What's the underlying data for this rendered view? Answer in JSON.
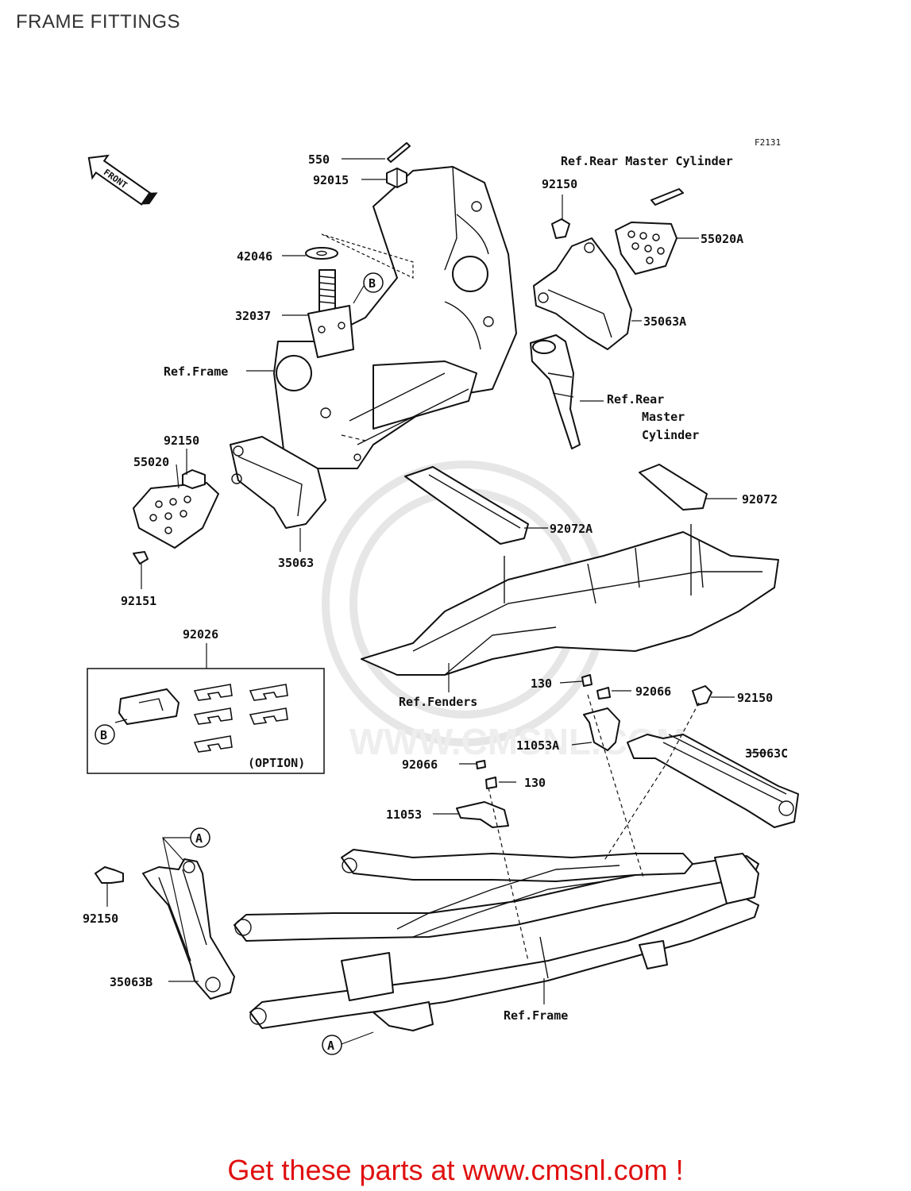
{
  "page": {
    "title": "FRAME FITTINGS"
  },
  "figure_code": "F2131",
  "front_arrow": "FRONT",
  "watermark": "WWW.CMSNL.COM",
  "callouts": {
    "p550": "550",
    "p92015": "92015",
    "p42046": "42046",
    "p32037": "32037",
    "refFrameTop": "Ref.Frame",
    "p92150_left": "92150",
    "p55020": "55020",
    "p35063": "35063",
    "p92151": "92151",
    "p92150_top": "92150",
    "refRearMaster1": "Ref.Rear Master Cylinder",
    "p55020A": "55020A",
    "p35063A": "35063A",
    "refRearMaster2a": "Ref.Rear",
    "refRearMaster2b": "Master",
    "refRearMaster2c": "Cylinder",
    "p92072": "92072",
    "p92072A": "92072A",
    "refFenders": "Ref.Fenders",
    "p92026": "92026",
    "option": "(OPTION)",
    "markB1": "B",
    "markB2": "B",
    "p130_top": "130",
    "p92066_top": "92066",
    "p92150_right": "92150",
    "p11053A": "11053A",
    "p35063C": "35063C",
    "p92066_mid": "92066",
    "p130_mid": "130",
    "p11053": "11053",
    "markA1": "A",
    "markA2": "A",
    "p92150_bottom": "92150",
    "p35063B": "35063B",
    "refFrameBottom": "Ref.Frame"
  },
  "footer": {
    "text": "Get these parts at www.cmsnl.com !"
  }
}
